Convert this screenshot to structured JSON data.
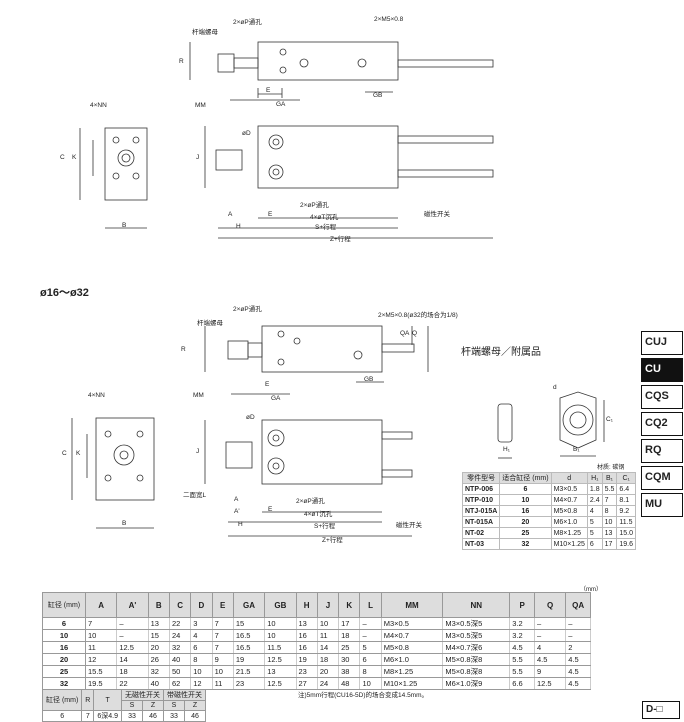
{
  "drawing_top": {
    "labels": {
      "rod_nut": "杆端螺母",
      "through_p_a": "2×øP通孔",
      "m5": "2×M5×0.8",
      "R": "R",
      "E": "E",
      "GA": "GA",
      "GB": "GB",
      "nn": "4×NN",
      "MM": "MM",
      "oD": "øD",
      "C": "C",
      "K": "K",
      "J": "J",
      "B": "B",
      "A": "A",
      "H": "H",
      "through_p_b": "2×øP通孔",
      "counterbore": "4×øT沉孔",
      "stroke_s": "S+行程",
      "stroke_z": "Z+行程",
      "switch": "磁性开关"
    }
  },
  "range_title": "ø16～ø32",
  "drawing_bottom": {
    "labels": {
      "through_p_a": "2×øP通孔",
      "m5": "2×M5×0.8(ø32的场合为1/8)",
      "rod_nut": "杆端螺母",
      "Q": "Q",
      "QA": "QA",
      "R": "R",
      "E": "E",
      "GA": "GA",
      "GB": "GB",
      "nn": "4×NN",
      "MM": "MM",
      "oD": "øD",
      "C": "C",
      "K": "K",
      "J": "J",
      "B": "B",
      "flats": "二面宽L",
      "A": "A",
      "Aprime": "A'",
      "H": "H",
      "through_p_b": "2×øP通孔",
      "counterbore": "4×øT沉孔",
      "stroke_s": "S+行程",
      "stroke_z": "Z+行程",
      "switch": "磁性开关"
    }
  },
  "accessories": {
    "title": "杆端螺母／附属品",
    "d_label": "d",
    "h1_label": "H₁",
    "b1_label": "B₁",
    "c1_label": "C₁",
    "material": "材质: 碳钢",
    "headers": [
      "零件型号",
      "适合缸径 (mm)",
      "d",
      "H₁",
      "B₁",
      "C₁"
    ],
    "rows": [
      [
        "NTP-006",
        "6",
        "M3×0.5",
        "1.8",
        "5.5",
        "6.4"
      ],
      [
        "NTP-010",
        "10",
        "M4×0.7",
        "2.4",
        "7",
        "8.1"
      ],
      [
        "NTJ-015A",
        "16",
        "M5×0.8",
        "4",
        "8",
        "9.2"
      ],
      [
        "NT-015A",
        "20",
        "M6×1.0",
        "5",
        "10",
        "11.5"
      ],
      [
        "NT-02",
        "25",
        "M8×1.25",
        "5",
        "13",
        "15.0"
      ],
      [
        "NT-03",
        "32",
        "M10×1.25",
        "6",
        "17",
        "19.6"
      ]
    ]
  },
  "main_table": {
    "unit": "（mm）",
    "headers": [
      "缸径 (mm)",
      "A",
      "A'",
      "B",
      "C",
      "D",
      "E",
      "GA",
      "GB",
      "H",
      "J",
      "K",
      "L",
      "MM",
      "NN",
      "P",
      "Q",
      "QA"
    ],
    "rows": [
      [
        "6",
        "7",
        "–",
        "13",
        "22",
        "3",
        "7",
        "15",
        "10",
        "13",
        "10",
        "17",
        "–",
        "M3×0.5",
        "M3×0.5深5",
        "3.2",
        "–",
        "–"
      ],
      [
        "10",
        "10",
        "–",
        "15",
        "24",
        "4",
        "7",
        "16.5",
        "10",
        "16",
        "11",
        "18",
        "–",
        "M4×0.7",
        "M3×0.5深5",
        "3.2",
        "–",
        "–"
      ],
      [
        "16",
        "11",
        "12.5",
        "20",
        "32",
        "6",
        "7",
        "16.5",
        "11.5",
        "16",
        "14",
        "25",
        "5",
        "M5×0.8",
        "M4×0.7深6",
        "4.5",
        "4",
        "2"
      ],
      [
        "20",
        "12",
        "14",
        "26",
        "40",
        "8",
        "9",
        "19",
        "12.5",
        "19",
        "18",
        "30",
        "6",
        "M6×1.0",
        "M5×0.8深8",
        "5.5",
        "4.5",
        "4.5"
      ],
      [
        "25",
        "15.5",
        "18",
        "32",
        "50",
        "10",
        "10",
        "21.5",
        "13",
        "23",
        "20",
        "38",
        "8",
        "M8×1.25",
        "M5×0.8深8",
        "5.5",
        "9",
        "4.5"
      ],
      [
        "32",
        "19.5",
        "22",
        "40",
        "62",
        "12",
        "11",
        "23",
        "12.5",
        "27",
        "24",
        "48",
        "10",
        "M10×1.25",
        "M6×1.0深9",
        "6.6",
        "12.5",
        "4.5"
      ]
    ]
  },
  "sub_table": {
    "headers_top": [
      "缸径 (mm)",
      "R",
      "T",
      "无磁性开关",
      "带磁性开关"
    ],
    "headers_sub": [
      "S",
      "Z",
      "S",
      "Z"
    ],
    "rows": [
      [
        "6",
        "7",
        "6深4.9",
        "33",
        "46",
        "33",
        "46"
      ]
    ]
  },
  "note": "注)5mm行程(CU16-5D)的场合变成14.5mm。",
  "side_tabs": [
    "CUJ",
    "CU",
    "CQS",
    "CQ2",
    "RQ",
    "CQM",
    "MU"
  ],
  "active_tab": "CU",
  "page_ref": "D-□"
}
